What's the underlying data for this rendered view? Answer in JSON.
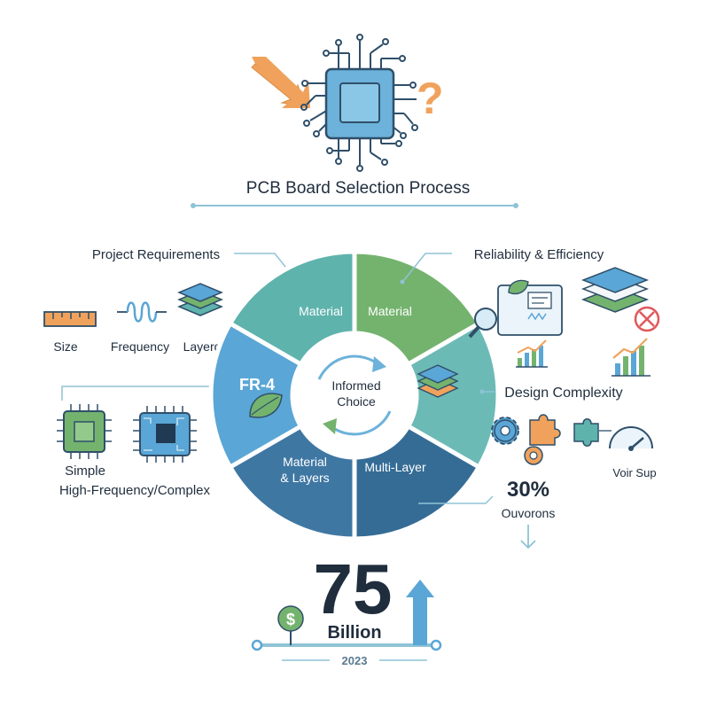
{
  "title": "PCB Board Selection Process",
  "left_section": {
    "heading": "Project Requirements",
    "items": [
      "Size",
      "Frequency",
      "Layerd"
    ],
    "boards": [
      "Simple",
      "High-Frequency/Complex"
    ]
  },
  "right_section": {
    "heading": "Reliability & Efficiency",
    "complexity_heading": "Design Complexity",
    "gauge_label": "Voir Sup",
    "stat_value": "30%",
    "stat_label": "Ouvorons"
  },
  "wheel": {
    "center": [
      "Informed",
      "Choice"
    ],
    "segments": [
      "Material",
      "Material",
      "FR-4",
      "Material",
      "& Layers",
      "Multi-Layer"
    ],
    "colors": [
      "#5fb3ad",
      "#74b36e",
      "#5aa6d6",
      "#3f77a3",
      "#356c96",
      "#6cbab5"
    ]
  },
  "market": {
    "value": "75",
    "unit": "Billion",
    "year": "2023"
  },
  "colors": {
    "accent_orange": "#f0a25c",
    "chip_blue": "#6cb2da",
    "dark_navy": "#1f2d3d",
    "line_blue": "#8fc3d6",
    "green": "#74b36e"
  }
}
